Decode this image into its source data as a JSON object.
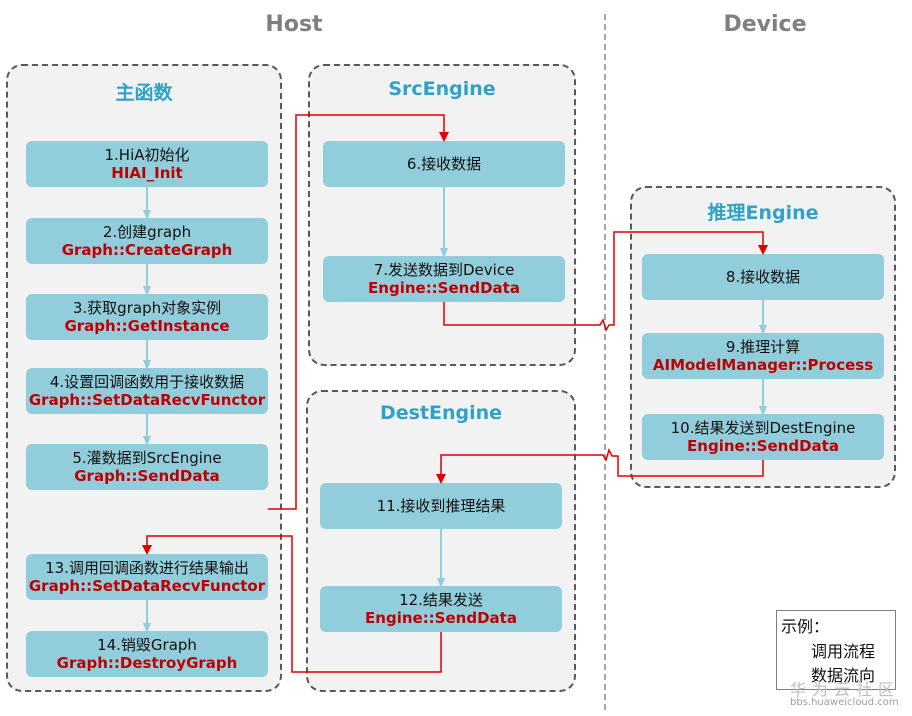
{
  "regions": {
    "host": "Host",
    "device": "Device"
  },
  "groups": {
    "main": "主函数",
    "src_engine": "SrcEngine",
    "dest_engine": "DestEngine",
    "infer_engine": "推理Engine"
  },
  "steps": {
    "s1": {
      "label": "1.HiA初始化",
      "api": "HIAI_Init"
    },
    "s2": {
      "label": "2.创建graph",
      "api": "Graph::CreateGraph"
    },
    "s3": {
      "label": "3.获取graph对象实例",
      "api": "Graph::GetInstance"
    },
    "s4": {
      "label": "4.设置回调函数用于接收数据",
      "api": "Graph::SetDataRecvFunctor"
    },
    "s5": {
      "label": "5.灌数据到SrcEngine",
      "api": "Graph::SendData"
    },
    "s6": {
      "label": "6.接收数据",
      "api": ""
    },
    "s7": {
      "label": "7.发送数据到Device",
      "api": "Engine::SendData"
    },
    "s8": {
      "label": "8.接收数据",
      "api": ""
    },
    "s9": {
      "label": "9.推理计算",
      "api": "AIModelManager::Process"
    },
    "s10": {
      "label": "10.结果发送到DestEngine",
      "api": "Engine::SendData"
    },
    "s11": {
      "label": "11.接收到推理结果",
      "api": ""
    },
    "s12": {
      "label": "12.结果发送",
      "api": "Engine::SendData"
    },
    "s13": {
      "label": "13.调用回调函数进行结果输出",
      "api": "Graph::SetDataRecvFunctor"
    },
    "s14": {
      "label": "14.销毁Graph",
      "api": "Graph::DestroyGraph"
    }
  },
  "legend": {
    "title": "示例：",
    "call_flow": "调用流程",
    "data_flow": "数据流向"
  },
  "watermark": {
    "text": "华为云社区",
    "url": "bbs.huaweicloud.com"
  },
  "colors": {
    "step_fill": "#92cddc",
    "call_arrow": "#92cddc",
    "data_arrow": "#e00000",
    "api_text": "#c00000",
    "group_title": "#2fa2c5"
  }
}
